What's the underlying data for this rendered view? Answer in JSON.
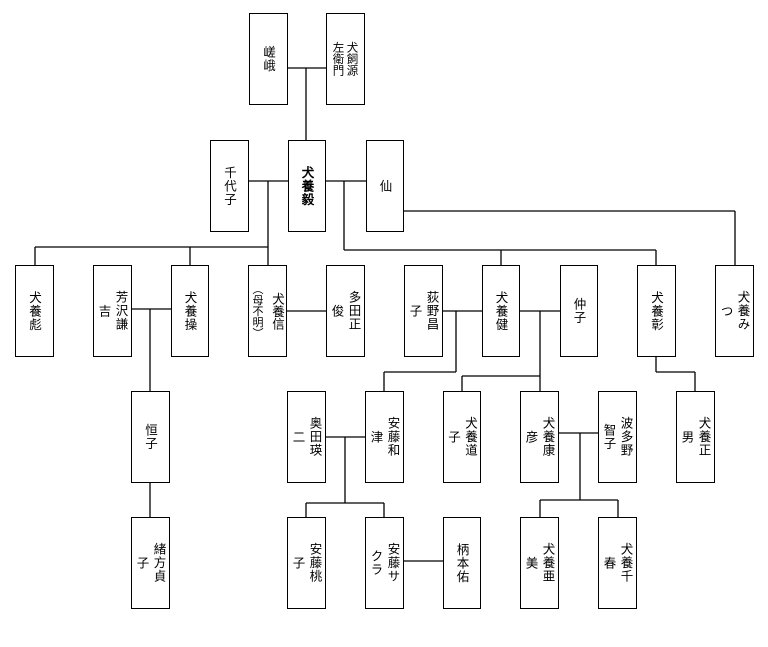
{
  "family_tree": {
    "saga": "嵯峨",
    "inukai_genzaemon": "犬飼源左衛門",
    "chiyoko": "千代子",
    "inukai_takeshi": "犬養毅",
    "sen": "仙",
    "inukai_hiko": "犬養彪",
    "yoshizawa_kenkichi": "芳沢謙吉",
    "inukai_misao": "犬養操",
    "inukai_makoto": "犬養信",
    "inukai_makoto_note": "（母不明）",
    "tada_masatoshi": "多田正俊",
    "ogino_masako": "荻野昌子",
    "inukai_ken": "犬養健",
    "nakako": "仲子",
    "inukai_akira": "犬養彰",
    "inukai_mitsu": "犬養みつ",
    "tsuneko": "恒子",
    "okuda_eiji": "奥田瑛二",
    "ando_kazu": "安藤和津",
    "inukai_michiko": "犬養道子",
    "inukai_yasuhiko": "犬養康彦",
    "hatano_tomoko": "波多野智子",
    "inukai_masao": "犬養正男",
    "ogata_sadako": "緒方貞子",
    "ando_momoko": "安藤桃子",
    "ando_sakura": "安藤サクラ",
    "emoto_tasuku": "柄本佑",
    "inukai_ami": "犬養亜美",
    "inukai_chiharu": "犬養千春"
  }
}
